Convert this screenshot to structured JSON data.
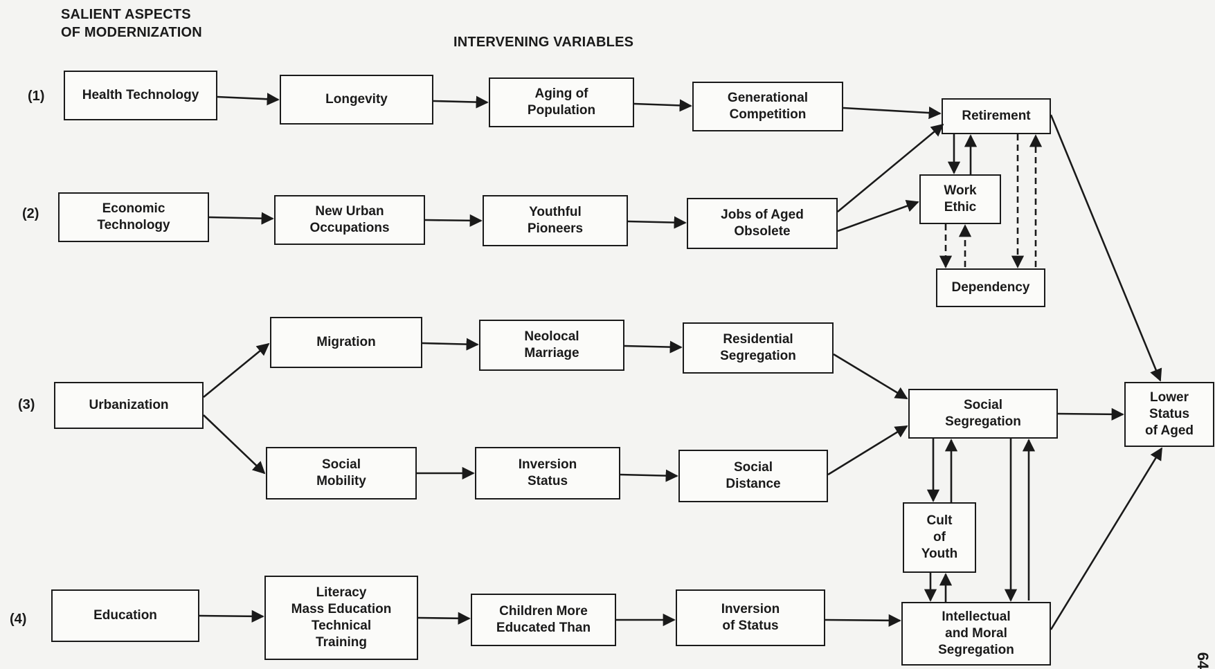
{
  "headers": {
    "salient": "SALIENT ASPECTS\nOF MODERNIZATION",
    "intervening": "INTERVENING VARIABLES"
  },
  "row_labels": [
    "(1)",
    "(2)",
    "(3)",
    "(4)"
  ],
  "boxes": {
    "health_technology": "Health Technology",
    "longevity": "Longevity",
    "aging_of_population": "Aging of\nPopulation",
    "generational_competition": "Generational\nCompetition",
    "retirement": "Retirement",
    "economic_technology": "Economic\nTechnology",
    "new_urban_occupations": "New Urban\nOccupations",
    "youthful_pioneers": "Youthful\nPioneers",
    "jobs_of_aged_obsolete": "Jobs of Aged\nObsolete",
    "work_ethic": "Work\nEthic",
    "dependency": "Dependency",
    "urbanization": "Urbanization",
    "migration": "Migration",
    "neolocal_marriage": "Neolocal\nMarriage",
    "residential_segregation": "Residential\nSegregation",
    "social_segregation": "Social\nSegregation",
    "lower_status_of_aged": "Lower\nStatus\nof Aged",
    "social_mobility": "Social\nMobility",
    "inversion_status": "Inversion\nStatus",
    "social_distance": "Social\nDistance",
    "cult_of_youth": "Cult\nof\nYouth",
    "education": "Education",
    "literacy_mass_education": "Literacy\nMass Education\nTechnical\nTraining",
    "children_more_educated": "Children More\nEducated Than",
    "inversion_of_status": "Inversion\nof Status",
    "intellectual_moral_segregation": "Intellectual\nand Moral\nSegregation"
  },
  "page_number": "64"
}
